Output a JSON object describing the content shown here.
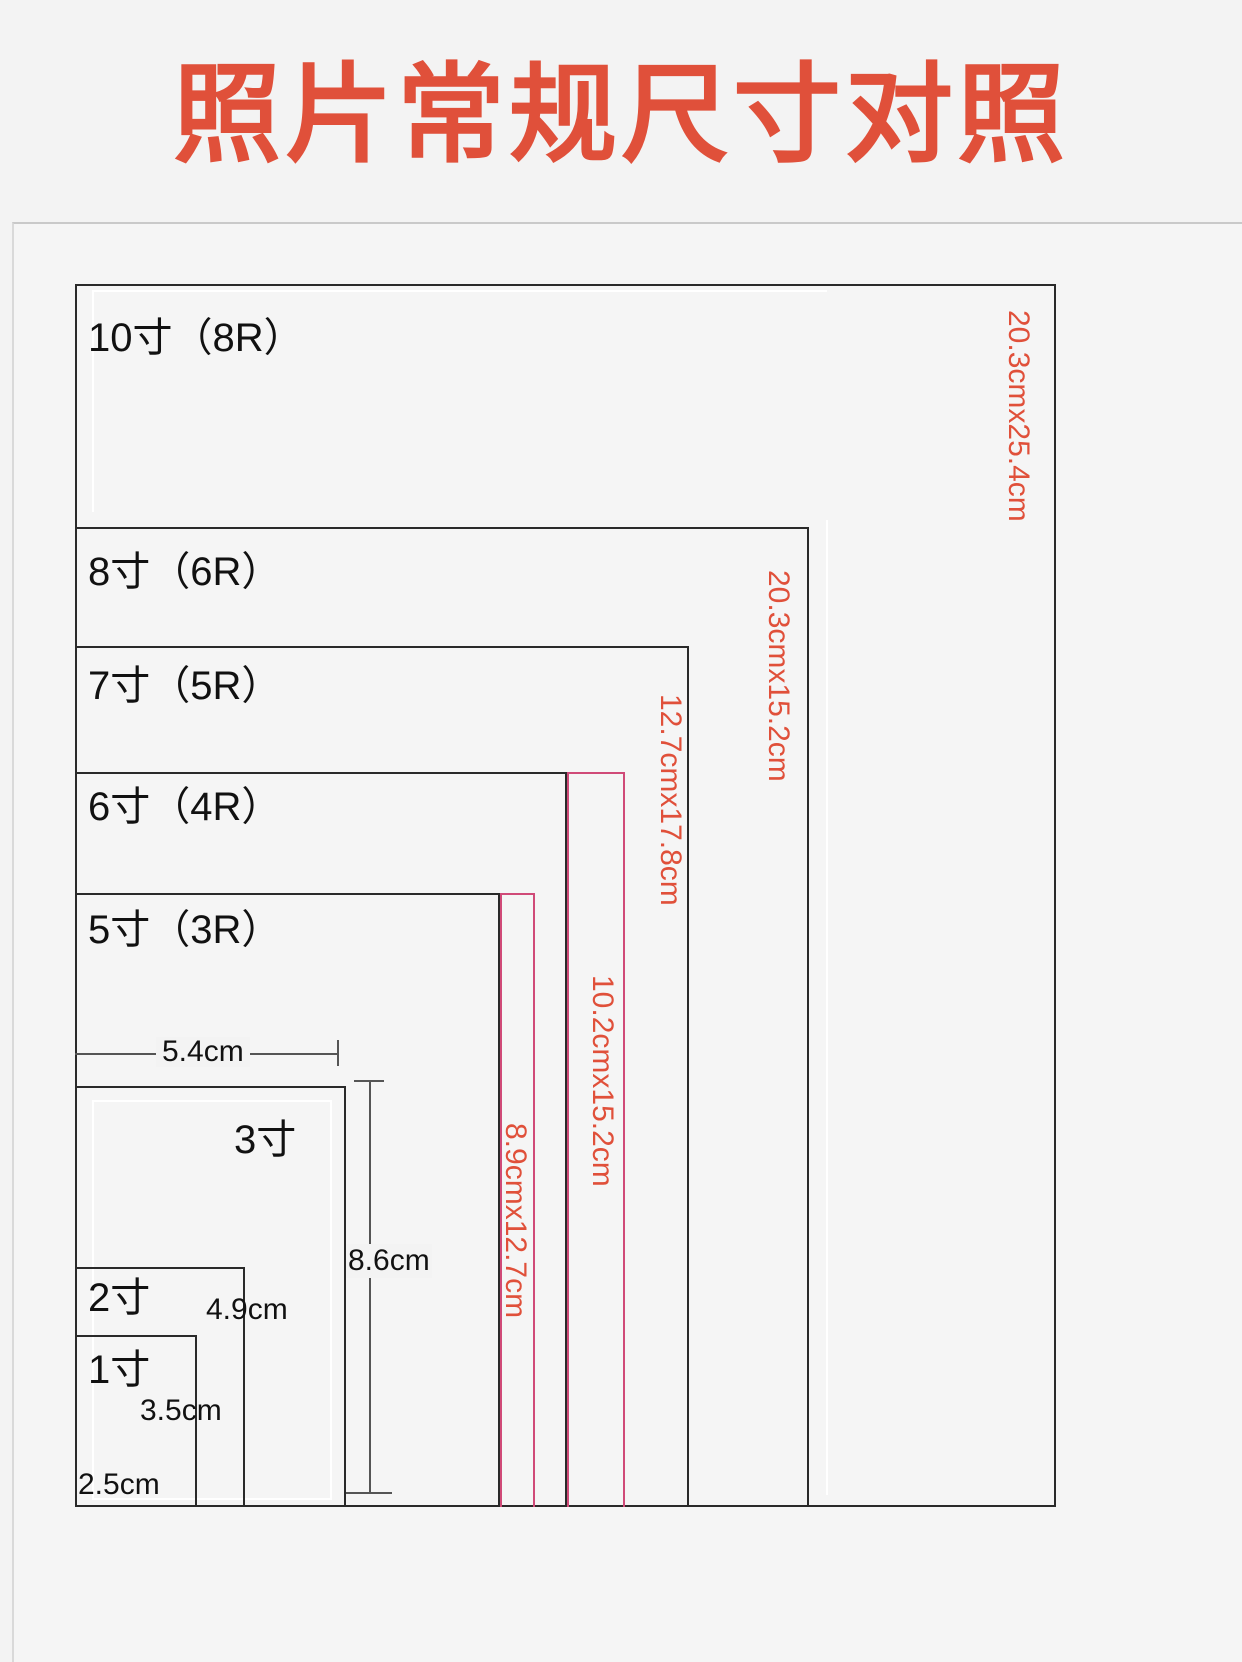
{
  "title": "照片常规尺寸对照",
  "colors": {
    "title": "#e0503a",
    "dimension": "#e0503a",
    "strip": "#d04a78",
    "border": "#2a2a2a"
  },
  "sizes": [
    {
      "label": "10寸（8R）",
      "dimension": "20.3cmx25.4cm"
    },
    {
      "label": "8寸（6R）",
      "dimension": "20.3cmx15.2cm"
    },
    {
      "label": "7寸（5R）",
      "dimension": "12.7cmx17.8cm"
    },
    {
      "label": "6寸（4R）",
      "dimension": "10.2cmx15.2cm"
    },
    {
      "label": "5寸（3R）",
      "dimension": "8.9cmx12.7cm"
    },
    {
      "label": "3寸",
      "width": "5.4cm",
      "height": "8.6cm"
    },
    {
      "label": "2寸",
      "width": "4.9cm"
    },
    {
      "label": "1寸",
      "width": "3.5cm",
      "height": "2.5cm"
    }
  ]
}
